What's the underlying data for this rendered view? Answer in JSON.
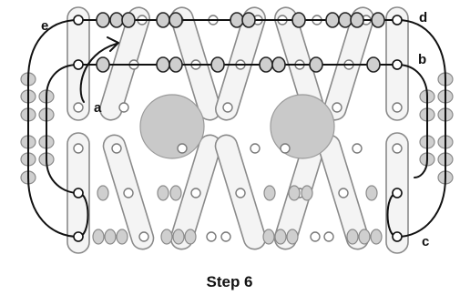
{
  "labels": {
    "a": "a",
    "b": "b",
    "c": "c",
    "d": "d",
    "e": "e"
  },
  "caption": "Step 6",
  "colors": {
    "bar_fill": "#f4f4f4",
    "bar_stroke": "#8a8a8a",
    "bead_fill": "#cfcfcf",
    "bead_stroke": "#7a7a7a",
    "thread": "#111111",
    "disk_fill": "#c9c9c9"
  }
}
